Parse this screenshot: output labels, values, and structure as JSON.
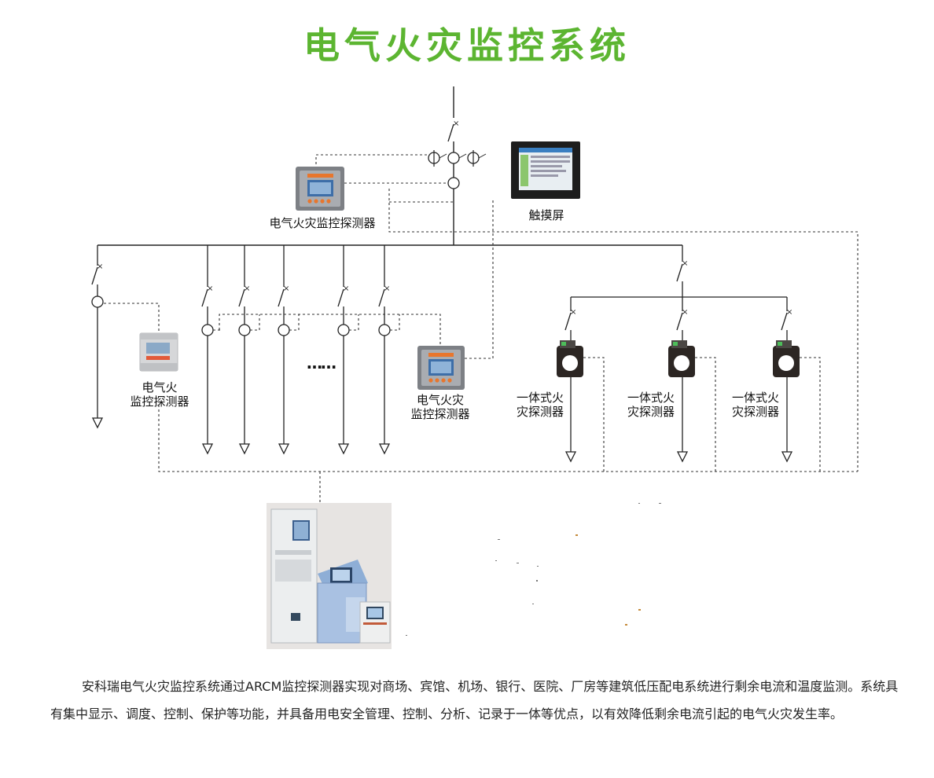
{
  "title": "电气火灾监控系统",
  "labels": {
    "main_detector": "电气火灾监控探测器",
    "touch_screen": "触摸屏",
    "left_detector": "电气火\n监控探测器",
    "mid_detector": "电气火灾\n监控探测器",
    "ct_detector_1": "一体式火\n灾探测器",
    "ct_detector_2": "一体式火\n灾探测器",
    "ct_detector_3": "一体式火\n灾探测器",
    "ellipsis": "……"
  },
  "description": "安科瑞电气火灾监控系统通过ARCM监控探测器实现对商场、宾馆、机场、银行、医院、厂房等建筑低压配电系统进行剩余电流和温度监测。系统具有集中显示、调度、控制、保护等功能，并具备用电安全管理、控制、分析、记录于一体等优点，以有效降低剩余电流引起的电气火灾发生率。",
  "colors": {
    "title": "#5cb531",
    "line": "#222222",
    "dashed": "#333333",
    "device_orange": "#e8762d",
    "screen_blue": "#3d6ea8"
  }
}
